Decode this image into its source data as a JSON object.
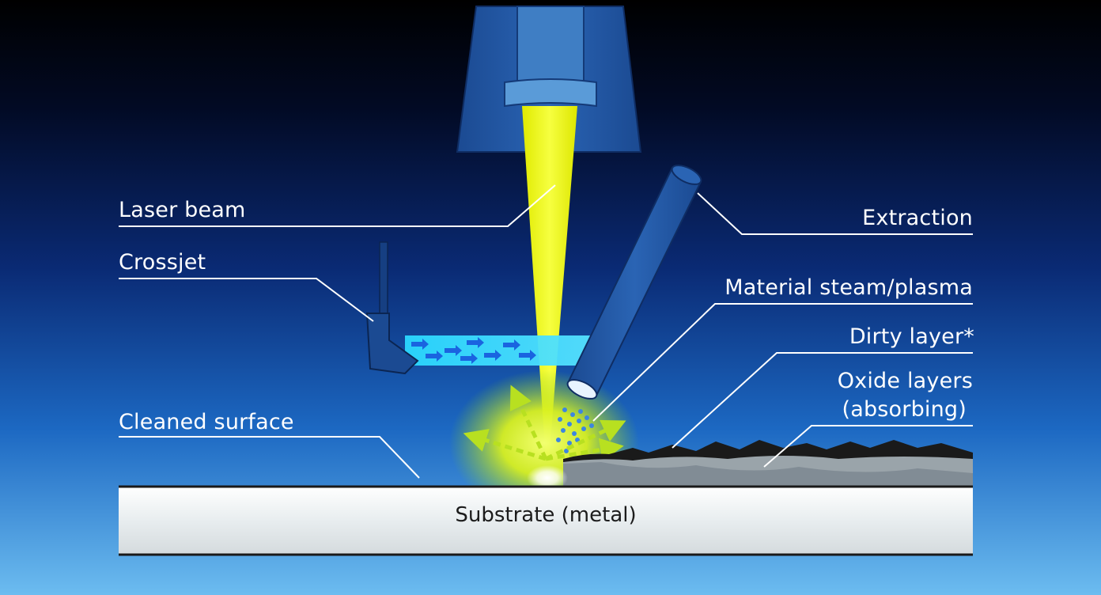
{
  "labels": {
    "laser_beam": "Laser beam",
    "crossjet": "Crossjet",
    "cleaned_surface": "Cleaned surface",
    "extraction": "Extraction",
    "material_steam": "Material steam/plasma",
    "dirty_layer": "Dirty layer*",
    "oxide_layers_line1": "Oxide layers",
    "oxide_layers_line2": "(absorbing)",
    "substrate": "Substrate (metal)"
  },
  "colors": {
    "background_top": "#000000",
    "background_bottom": "#6cbcf0",
    "laser": "#e8f000",
    "nozzle": "#1f4f99",
    "crossjet_stream": "#33d6ff",
    "substrate": "#e6ebee",
    "oxide": "#9aa4aa",
    "dirt": "#1a1a1a",
    "leader_lines": "#ffffff"
  }
}
